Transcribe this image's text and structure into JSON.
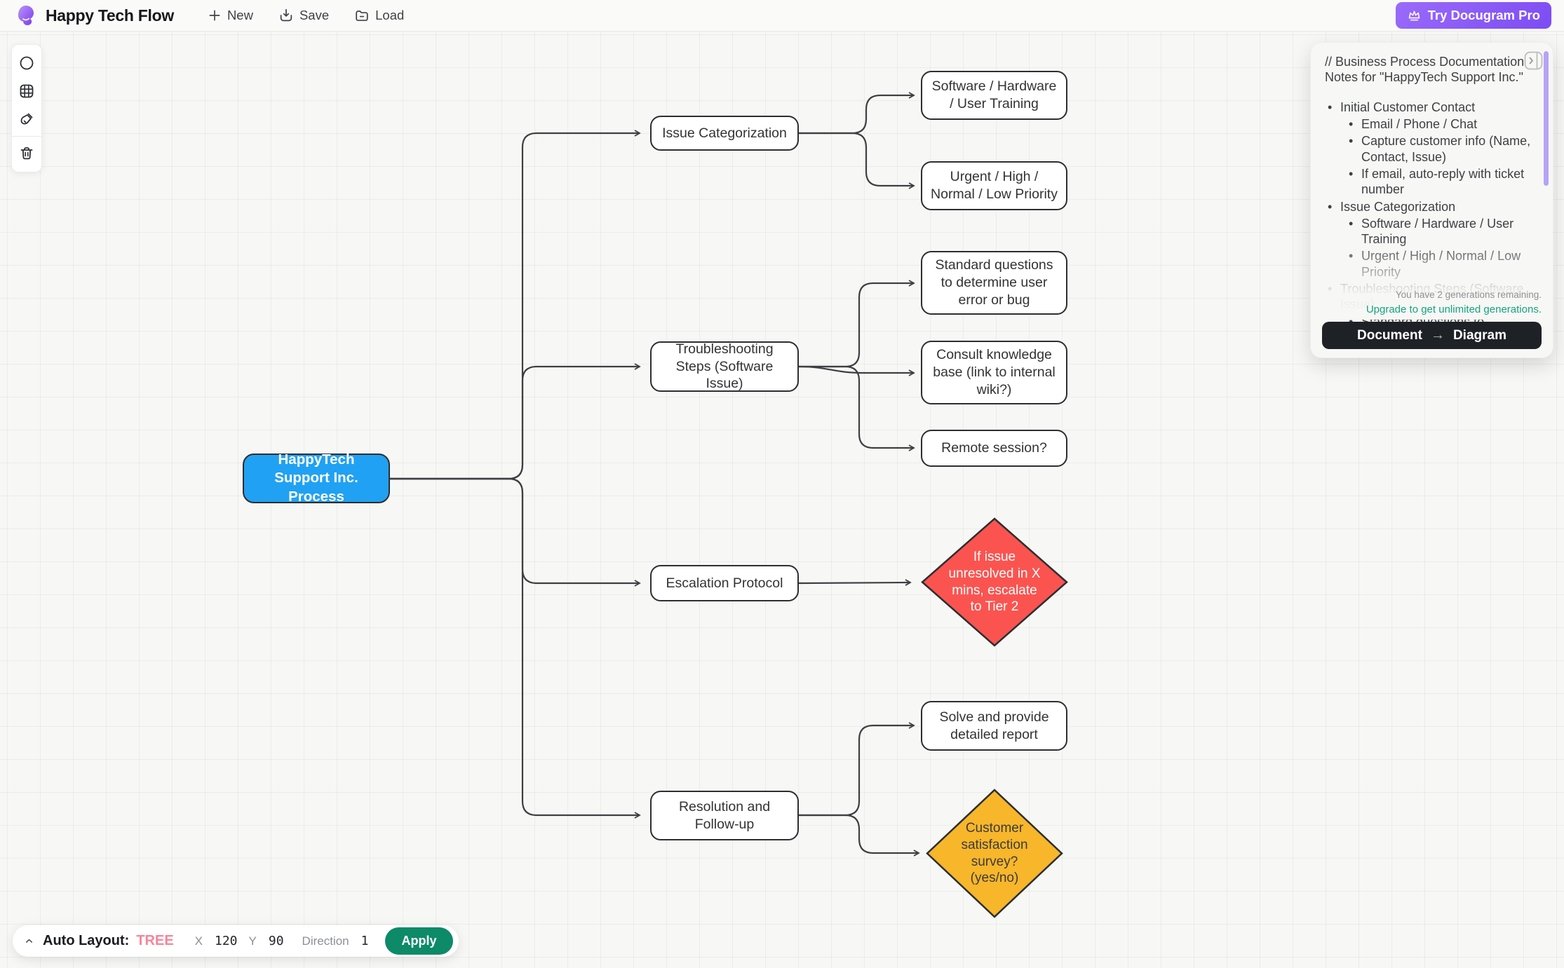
{
  "header": {
    "app_title": "Happy Tech Flow",
    "menu": {
      "new": "New",
      "save": "Save",
      "load": "Load"
    },
    "pro_button": "Try Docugram Pro"
  },
  "toolbar_icons": [
    "circle-tool-icon",
    "grid-tool-icon",
    "brush-tool-icon",
    "trash-tool-icon"
  ],
  "diagram": {
    "nodes": [
      {
        "id": "root",
        "label": "HappyTech Support Inc. Process",
        "shape": "rounded-rect",
        "fill": "#21a1f3",
        "text_color": "#ffffff"
      },
      {
        "id": "issue-categorization",
        "label": "Issue Categorization",
        "shape": "rounded-rect",
        "fill": "#ffffff",
        "text_color": "#333333"
      },
      {
        "id": "software-hardware",
        "label": "Software / Hardware / User Training",
        "shape": "rounded-rect",
        "fill": "#ffffff",
        "text_color": "#333333"
      },
      {
        "id": "urgent-priority",
        "label": "Urgent / High / Normal / Low Priority",
        "shape": "rounded-rect",
        "fill": "#ffffff",
        "text_color": "#333333"
      },
      {
        "id": "troubleshooting",
        "label": "Troubleshooting Steps (Software Issue)",
        "shape": "rounded-rect",
        "fill": "#ffffff",
        "text_color": "#333333"
      },
      {
        "id": "standard-questions",
        "label": "Standard questions to determine user error or bug",
        "shape": "rounded-rect",
        "fill": "#ffffff",
        "text_color": "#333333"
      },
      {
        "id": "consult-kb",
        "label": "Consult knowledge base (link to internal wiki?)",
        "shape": "rounded-rect",
        "fill": "#ffffff",
        "text_color": "#333333"
      },
      {
        "id": "remote-session",
        "label": "Remote session?",
        "shape": "rounded-rect",
        "fill": "#ffffff",
        "text_color": "#333333"
      },
      {
        "id": "escalation",
        "label": "Escalation Protocol",
        "shape": "rounded-rect",
        "fill": "#ffffff",
        "text_color": "#333333"
      },
      {
        "id": "escalate-tier2",
        "label": "If issue unresolved in X mins, escalate to Tier 2",
        "shape": "diamond",
        "fill": "#fb5450",
        "text_color": "#ffffff"
      },
      {
        "id": "resolution",
        "label": "Resolution and Follow-up",
        "shape": "rounded-rect",
        "fill": "#ffffff",
        "text_color": "#333333"
      },
      {
        "id": "solve-report",
        "label": "Solve and provide detailed report",
        "shape": "rounded-rect",
        "fill": "#ffffff",
        "text_color": "#333333"
      },
      {
        "id": "csat-survey",
        "label": "Customer satisfaction survey? (yes/no)",
        "shape": "diamond",
        "fill": "#f8b62b",
        "text_color": "#3b3b3b"
      }
    ],
    "edges": [
      [
        "root",
        "issue-categorization"
      ],
      [
        "root",
        "troubleshooting"
      ],
      [
        "root",
        "escalation"
      ],
      [
        "root",
        "resolution"
      ],
      [
        "issue-categorization",
        "software-hardware"
      ],
      [
        "issue-categorization",
        "urgent-priority"
      ],
      [
        "troubleshooting",
        "standard-questions"
      ],
      [
        "troubleshooting",
        "consult-kb"
      ],
      [
        "troubleshooting",
        "remote-session"
      ],
      [
        "escalation",
        "escalate-tier2"
      ],
      [
        "resolution",
        "solve-report"
      ],
      [
        "resolution",
        "csat-survey"
      ]
    ]
  },
  "notes_panel": {
    "title": "// Business Process Documentation\nNotes for \"HappyTech Support Inc.\"",
    "outline": [
      {
        "text": "Initial Customer Contact",
        "children": [
          "Email / Phone / Chat",
          "Capture customer info (Name, Contact, Issue)",
          "If email, auto-reply with ticket number"
        ]
      },
      {
        "text": "Issue Categorization",
        "children": [
          "Software / Hardware / User Training",
          "Urgent / High / Normal / Low Priority"
        ]
      },
      {
        "text": "Troubleshooting Steps (Software Issue)",
        "children": [
          "Standard questions to determine"
        ]
      }
    ],
    "generations_note": "You have 2 generations remaining.",
    "upgrade_link": "Upgrade to get unlimited generations.",
    "convert_button": {
      "source": "Document",
      "arrow": "→",
      "target": "Diagram"
    }
  },
  "layout_bar": {
    "label": "Auto Layout:",
    "mode": "TREE",
    "x_label": "X",
    "x_value": "120",
    "y_label": "Y",
    "y_value": "90",
    "direction_label": "Direction",
    "direction_value": "1",
    "apply": "Apply"
  },
  "colors": {
    "brand_purple": "#8b5cf6",
    "node_blue": "#21a1f3",
    "diamond_red": "#fb5450",
    "diamond_yellow": "#f8b62b",
    "apply_green": "#0d8a68",
    "tree_mode_pink": "#f98399",
    "upgrade_teal": "#16a37e",
    "scrollbar_purple": "#b6a3f6",
    "edge_gray": "#3d3f42"
  }
}
